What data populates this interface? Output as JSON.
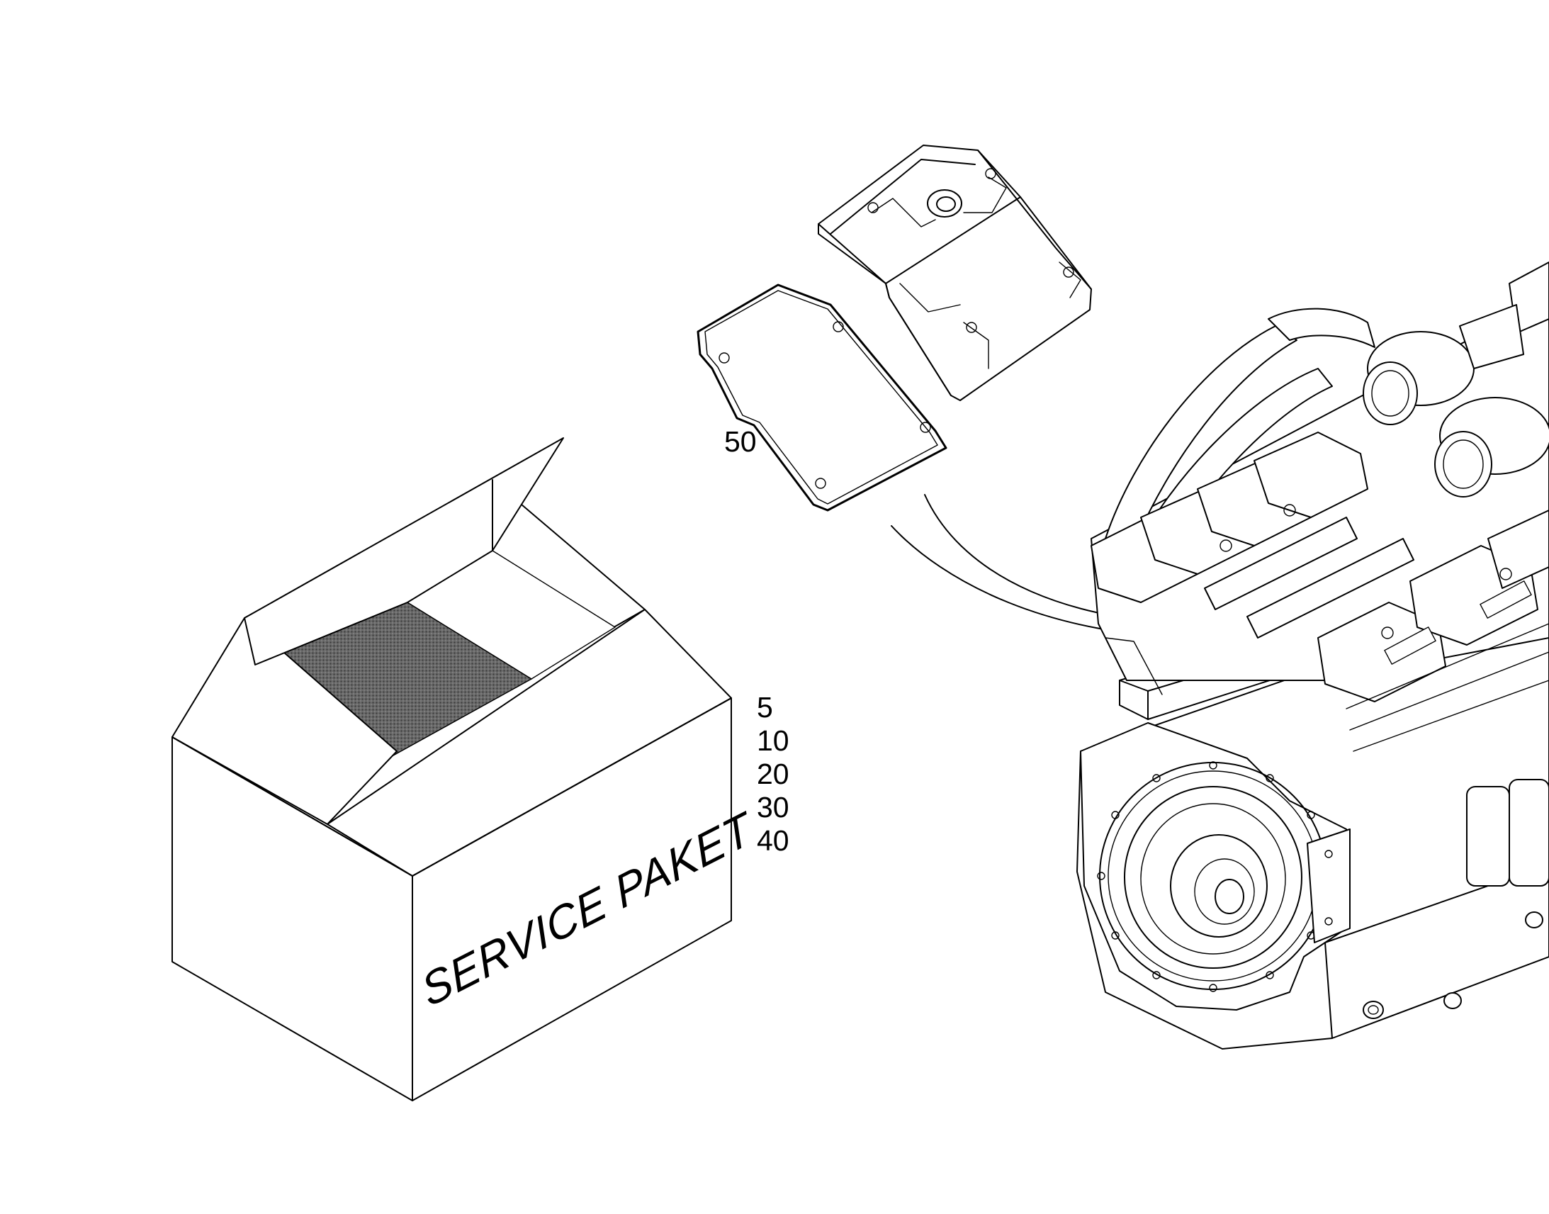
{
  "box": {
    "label": "SERVICE PAKET",
    "part_numbers": [
      "5",
      "10",
      "20",
      "30",
      "40"
    ]
  },
  "gasket": {
    "part_number": "50"
  },
  "colors": {
    "line": "#000000",
    "background": "#ffffff",
    "box_contents_fill": "#5a5a5a"
  }
}
